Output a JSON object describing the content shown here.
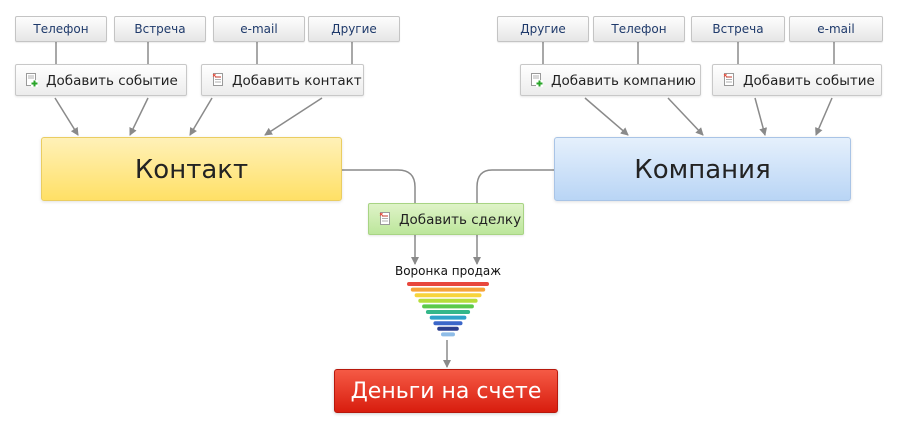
{
  "contact": {
    "title": "Контакт",
    "tags": [
      "Телефон",
      "Встреча",
      "e-mail",
      "Другие"
    ],
    "add_event": "Добавить событие",
    "add_contact": "Добавить контакт"
  },
  "company": {
    "title": "Компания",
    "tags": [
      "Другие",
      "Телефон",
      "Встреча",
      "e-mail"
    ],
    "add_company": "Добавить компанию",
    "add_event": "Добавить событие"
  },
  "deal": {
    "add_deal": "Добавить сделку"
  },
  "funnel": {
    "label": "Воронка продаж",
    "band_colors": [
      "#e8473c",
      "#f6a33a",
      "#f7d43b",
      "#b6dd3a",
      "#5cc94a",
      "#34b78a",
      "#2fa3c9",
      "#3b66c9",
      "#2d3f8f",
      "#8fbde8"
    ]
  },
  "result": {
    "label": "Деньги на счете"
  },
  "colors": {
    "connector": "#8a8a8a",
    "contact": "#ffe066",
    "company": "#b9d5f5",
    "deal": "#bce69b",
    "money": "#d81d0e"
  }
}
